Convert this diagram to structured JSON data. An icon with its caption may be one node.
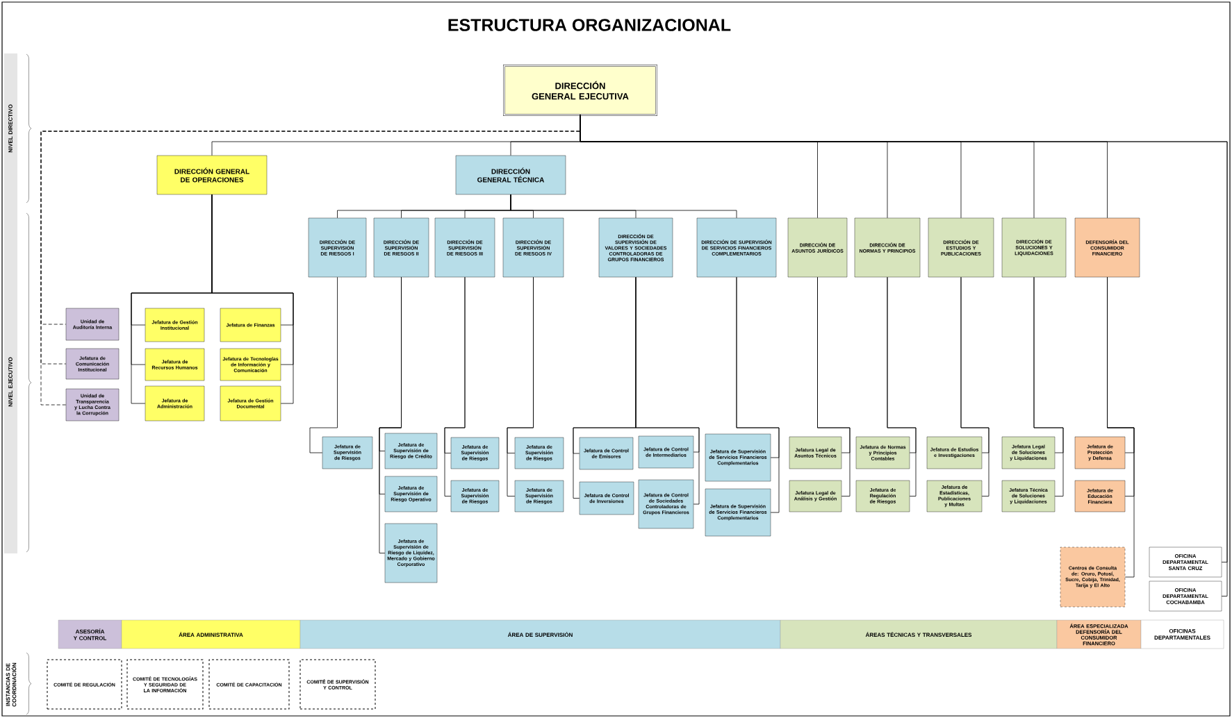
{
  "diagram": {
    "title": "ESTRUCTURA ORGANIZACIONAL",
    "nodes": [
      {
        "text": [
          "DIRECCIÓN GENERAL EJECUTIVA"
        ]
      },
      {
        "text": [
          "DIRECCIÓN GENERAL DE OPERACIONES"
        ]
      },
      {
        "text": [
          "DIRECCIÓN GENERAL TÉCNICA"
        ]
      },
      {
        "text": [
          "DIRECCIÓN DE SUPERVISIÓN DE RIESGOS I"
        ]
      },
      {
        "text": [
          "DIRECCIÓN DE SUPERVISIÓN DE RIESGOS II"
        ]
      },
      {
        "text": [
          "DIRECCIÓN DE SUPERVISIÓN DE RIESGOS III"
        ]
      },
      {
        "text": [
          "DIRECCIÓN DE SUPERVISIÓN DE RIESGOS IV"
        ]
      },
      {
        "text": [
          "DIRECCIÓN DE SUPERVISIÓN DE VALORES Y SOCIEDADES CONTROLADORAS DE GRUPOS FINANCIEROS"
        ]
      },
      {
        "text": [
          "DIRECCIÓN DE SUPERVISIÓN DE SERVICIOS FINANCIEROS COMPLEMENTARIOS"
        ]
      },
      {
        "text": [
          "DIRECCIÓN DE ASUNTOS JURÍDICOS"
        ]
      },
      {
        "text": [
          "DIRECCIÓN DE NORMAS Y PRINCIPIOS"
        ]
      },
      {
        "text": [
          "DIRECCIÓN DE ESTUDIOS Y PUBLICACIONES"
        ]
      },
      {
        "text": [
          "DIRECCIÓN DE SOLUCIONES Y LIQUIDACIONES"
        ]
      },
      {
        "text": [
          "DEFENSORÍA DEL CONSUMIDOR FINANCIERO"
        ]
      },
      {
        "text": [
          "Unidad de Auditoría Interna"
        ]
      },
      {
        "text": [
          "Jefatura de Comunicación Institucional"
        ]
      },
      {
        "text": [
          "Unidad de Transparencia y Lucha Contra la Corrupción"
        ]
      },
      {
        "text": [
          "Jefatura de Gestión Institucional"
        ]
      },
      {
        "text": [
          "Jefatura de Finanzas"
        ]
      },
      {
        "text": [
          "Jefatura de Recursos Humanos"
        ]
      },
      {
        "text": [
          "Jefatura de Tecnologías de Información y Comunicación"
        ]
      },
      {
        "text": [
          "Jefatura de Administración"
        ]
      },
      {
        "text": [
          "Jefatura de Gestión Documental"
        ]
      },
      {
        "text": [
          "Jefatura de Supervisión de Riesgos"
        ]
      },
      {
        "text": [
          "Jefatura de Supervisión de Riesgo de Crédito"
        ]
      },
      {
        "text": [
          "Jefatura de Supervisión de Riesgo Operativo"
        ]
      },
      {
        "text": [
          "Jefatura de Supervisión de Riesgo de Liquidez, Mercado y Gobierno Corporativo"
        ]
      },
      {
        "text": [
          "Jefatura de Supervisión de Riesgos"
        ]
      },
      {
        "text": [
          "Jefatura de Supervisión de Riesgos"
        ]
      },
      {
        "text": [
          "Jefatura de Supervisión de Riesgos"
        ]
      },
      {
        "text": [
          "Jefatura de Supervisión de Riesgos"
        ]
      },
      {
        "text": [
          "Jefatura de Control de Emisores"
        ]
      },
      {
        "text": [
          "Jefatura de Control de Intermediarios"
        ]
      },
      {
        "text": [
          "Jefatura de Control de Inversiones"
        ]
      },
      {
        "text": [
          "Jefatura de Control de Sociedades Controladoras de Grupos Financieros"
        ]
      },
      {
        "text": [
          "Jefatura de Supervisión de Servicios Financieros Complementarios"
        ]
      },
      {
        "text": [
          "Jefatura de Supervisión de Servicios Financieros Complementarios"
        ]
      },
      {
        "text": [
          "Jefatura Legal de Asuntos Técnicos"
        ]
      },
      {
        "text": [
          "Jefatura Legal de Análisis y Gestión"
        ]
      },
      {
        "text": [
          "Jefatura de Normas y Principios Contables"
        ]
      },
      {
        "text": [
          "Jefatura de Regulación de Riesgos"
        ]
      },
      {
        "text": [
          "Jefatura de Estudios e Investigaciones"
        ]
      },
      {
        "text": [
          "Jefatura de Estadísticas, Publicaciones y Multas"
        ]
      },
      {
        "text": [
          "Jefatura Legal de Soluciones y Liquidaciones"
        ]
      },
      {
        "text": [
          "Jefatura Técnica de Soluciones y Liquidaciones"
        ]
      },
      {
        "text": [
          "Jefatura de Protección y Defensa"
        ]
      },
      {
        "text": [
          "Jefatura de Educación Financiera"
        ]
      },
      {
        "text": [
          "Centros de Consulta de: Oruro, Potosí, Sucre, Cobija, Trinidad, Tarija y El Alto"
        ]
      },
      {
        "text": [
          "OFICINA DEPARTAMENTAL SANTA CRUZ"
        ]
      },
      {
        "text": [
          "OFICINA DEPARTAMENTAL COCHABAMBA"
        ]
      },
      {
        "text": [
          "ASESORÍA Y CONTROL"
        ]
      },
      {
        "text": [
          "ÁREA ADMINISTRATIVA"
        ]
      },
      {
        "text": [
          "ÁREA DE SUPERVISIÓN"
        ]
      },
      {
        "text": [
          "ÁREAS TÉCNICAS Y TRANSVERSALES"
        ]
      },
      {
        "text": [
          "ÁREA ESPECIALIZADA DEFENSORÍA DEL CONSUMIDOR FINANCIERO"
        ]
      },
      {
        "text": [
          "OFICINAS DEPARTAMENTALES"
        ]
      },
      {
        "text": [
          "COMITÉ DE REGULACIÓN"
        ]
      },
      {
        "text": [
          "COMITÉ DE TECNOLOGÍAS Y SEGURIDAD DE LA INFORMACIÓN"
        ]
      },
      {
        "text": [
          "COMITÉ DE CAPACITACIÓN"
        ]
      },
      {
        "text": [
          "COMITÉ DE SUPERVISIÓN Y CONTROL"
        ]
      }
    ],
    "edges": [
      {
        "from": 0,
        "to": 1,
        "arrow": "none"
      },
      {
        "from": 0,
        "to": 2,
        "arrow": "none"
      },
      {
        "from": 0,
        "to": 9,
        "arrow": "none"
      },
      {
        "from": 0,
        "to": 10,
        "arrow": "none"
      },
      {
        "from": 0,
        "to": 11,
        "arrow": "none"
      },
      {
        "from": 0,
        "to": 12,
        "arrow": "none"
      },
      {
        "from": 0,
        "to": 13,
        "arrow": "none"
      },
      {
        "from": 0,
        "to": 48,
        "arrow": "none"
      },
      {
        "from": 0,
        "to": 49,
        "arrow": "none"
      },
      {
        "from": 0,
        "to": 14,
        "arrow": "none",
        "style": "dashed"
      },
      {
        "from": 0,
        "to": 15,
        "arrow": "none",
        "style": "dashed"
      },
      {
        "from": 0,
        "to": 16,
        "arrow": "none",
        "style": "dashed"
      },
      {
        "from": 2,
        "to": 3,
        "arrow": "none"
      },
      {
        "from": 2,
        "to": 4,
        "arrow": "none"
      },
      {
        "from": 2,
        "to": 5,
        "arrow": "none"
      },
      {
        "from": 2,
        "to": 6,
        "arrow": "none"
      },
      {
        "from": 2,
        "to": 7,
        "arrow": "none"
      },
      {
        "from": 2,
        "to": 8,
        "arrow": "none"
      },
      {
        "from": 1,
        "to": 17,
        "arrow": "none"
      },
      {
        "from": 1,
        "to": 18,
        "arrow": "none"
      },
      {
        "from": 1,
        "to": 19,
        "arrow": "none"
      },
      {
        "from": 1,
        "to": 20,
        "arrow": "none"
      },
      {
        "from": 1,
        "to": 21,
        "arrow": "none"
      },
      {
        "from": 1,
        "to": 22,
        "arrow": "none"
      },
      {
        "from": 3,
        "to": 23,
        "arrow": "none"
      },
      {
        "from": 4,
        "to": 24,
        "arrow": "none"
      },
      {
        "from": 4,
        "to": 25,
        "arrow": "none"
      },
      {
        "from": 4,
        "to": 26,
        "arrow": "none"
      },
      {
        "from": 5,
        "to": 27,
        "arrow": "none"
      },
      {
        "from": 5,
        "to": 28,
        "arrow": "none"
      },
      {
        "from": 6,
        "to": 29,
        "arrow": "none"
      },
      {
        "from": 6,
        "to": 30,
        "arrow": "none"
      },
      {
        "from": 7,
        "to": 31,
        "arrow": "none"
      },
      {
        "from": 7,
        "to": 32,
        "arrow": "none"
      },
      {
        "from": 7,
        "to": 33,
        "arrow": "none"
      },
      {
        "from": 7,
        "to": 34,
        "arrow": "none"
      },
      {
        "from": 8,
        "to": 35,
        "arrow": "none"
      },
      {
        "from": 8,
        "to": 36,
        "arrow": "none"
      },
      {
        "from": 9,
        "to": 37,
        "arrow": "none"
      },
      {
        "from": 9,
        "to": 38,
        "arrow": "none"
      },
      {
        "from": 10,
        "to": 39,
        "arrow": "none"
      },
      {
        "from": 10,
        "to": 40,
        "arrow": "none"
      },
      {
        "from": 11,
        "to": 41,
        "arrow": "none"
      },
      {
        "from": 11,
        "to": 42,
        "arrow": "none"
      },
      {
        "from": 12,
        "to": 43,
        "arrow": "none"
      },
      {
        "from": 12,
        "to": 44,
        "arrow": "none"
      },
      {
        "from": 13,
        "to": 45,
        "arrow": "none"
      },
      {
        "from": 13,
        "to": 46,
        "arrow": "none"
      },
      {
        "from": 13,
        "to": 47,
        "arrow": "none"
      }
    ],
    "labels": [
      "NIVEL DIRECTIVO",
      "NIVEL EJECUTIVO",
      "INSTANCIAS DE COORDINACIÓN"
    ]
  }
}
